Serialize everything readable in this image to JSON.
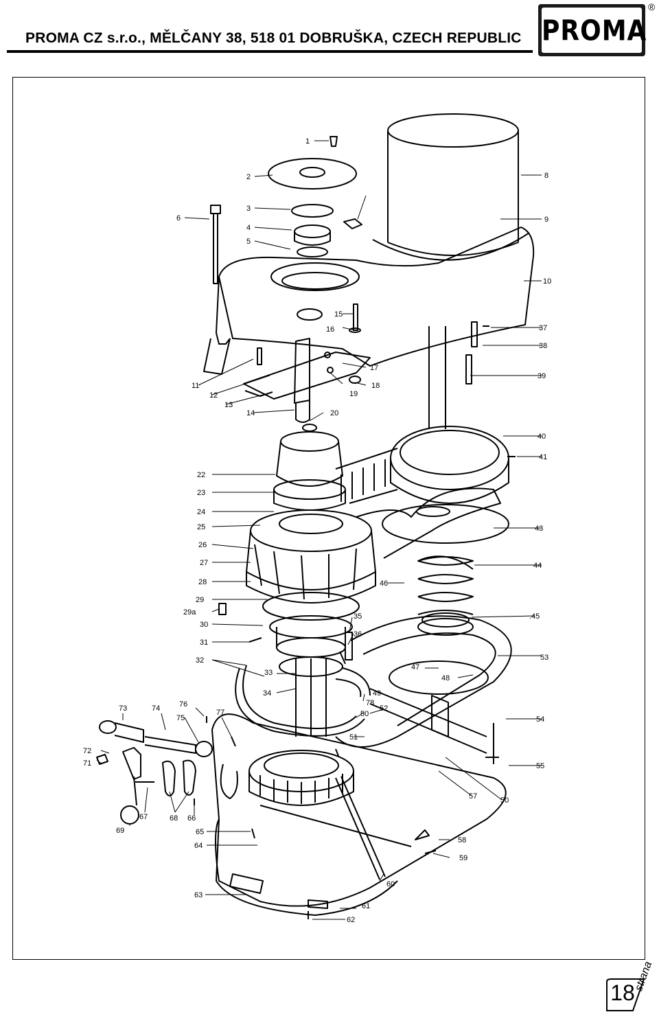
{
  "header": {
    "company_line": "PROMA CZ s.r.o., MĚLČANY 38, 518 01 DOBRUŠKA, CZECH REPUBLIC",
    "logo_text": "PROMA",
    "registered_mark": "®"
  },
  "page": {
    "number": "18",
    "word": "strana"
  },
  "callouts": [
    {
      "label": "1"
    },
    {
      "label": "2"
    },
    {
      "label": "3"
    },
    {
      "label": "4"
    },
    {
      "label": "5"
    },
    {
      "label": "6"
    },
    {
      "label": "8"
    },
    {
      "label": "9"
    },
    {
      "label": "10"
    },
    {
      "label": "11"
    },
    {
      "label": "12"
    },
    {
      "label": "13"
    },
    {
      "label": "14"
    },
    {
      "label": "15"
    },
    {
      "label": "16"
    },
    {
      "label": "17"
    },
    {
      "label": "18"
    },
    {
      "label": "19"
    },
    {
      "label": "20"
    },
    {
      "label": "22"
    },
    {
      "label": "23"
    },
    {
      "label": "24"
    },
    {
      "label": "25"
    },
    {
      "label": "26"
    },
    {
      "label": "27"
    },
    {
      "label": "28"
    },
    {
      "label": "29"
    },
    {
      "label": "29a"
    },
    {
      "label": "30"
    },
    {
      "label": "31"
    },
    {
      "label": "32"
    },
    {
      "label": "33"
    },
    {
      "label": "34"
    },
    {
      "label": "35"
    },
    {
      "label": "36"
    },
    {
      "label": "37"
    },
    {
      "label": "38"
    },
    {
      "label": "39"
    },
    {
      "label": "40"
    },
    {
      "label": "41"
    },
    {
      "label": "43"
    },
    {
      "label": "44"
    },
    {
      "label": ".45"
    },
    {
      "label": "46"
    },
    {
      "label": "47"
    },
    {
      "label": "48"
    },
    {
      "label": "49"
    },
    {
      "label": "50"
    },
    {
      "label": "51"
    },
    {
      "label": "52"
    },
    {
      "label": "53"
    },
    {
      "label": "54"
    },
    {
      "label": "55"
    },
    {
      "label": "57"
    },
    {
      "label": "50"
    },
    {
      "label": "58"
    },
    {
      "label": "59"
    },
    {
      "label": "60"
    },
    {
      "label": "61"
    },
    {
      "label": "62"
    },
    {
      "label": "63"
    },
    {
      "label": "64"
    },
    {
      "label": "65"
    },
    {
      "label": "66"
    },
    {
      "label": "67"
    },
    {
      "label": "68"
    },
    {
      "label": "69"
    },
    {
      "label": "71"
    },
    {
      "label": "72"
    },
    {
      "label": "73"
    },
    {
      "label": "74"
    },
    {
      "label": "75"
    },
    {
      "label": "76"
    },
    {
      "label": "77"
    },
    {
      "label": "78"
    }
  ]
}
